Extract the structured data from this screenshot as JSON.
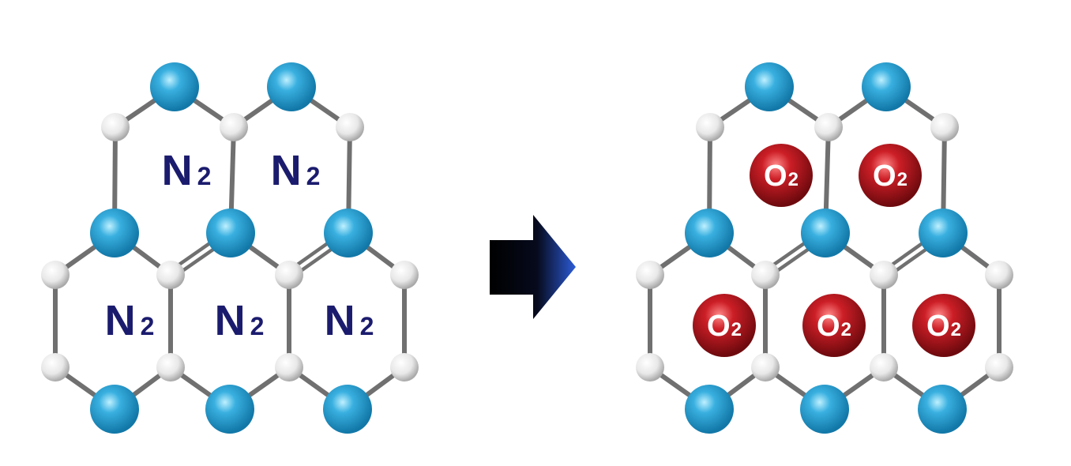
{
  "left_panel": {
    "molecule": "N",
    "subscript": "2"
  },
  "right_panel": {
    "molecule": "O",
    "subscript": "2"
  },
  "colors": {
    "bond": "#707070",
    "large_atom": "#2a9ccf",
    "small_atom": "#e6e6e6",
    "n2_text": "#1b1b6e",
    "o2_sphere": "#b01a20",
    "arrow_dark": "#000000",
    "arrow_light": "#2c5cd8"
  },
  "icons": [
    "right-arrow-icon"
  ]
}
